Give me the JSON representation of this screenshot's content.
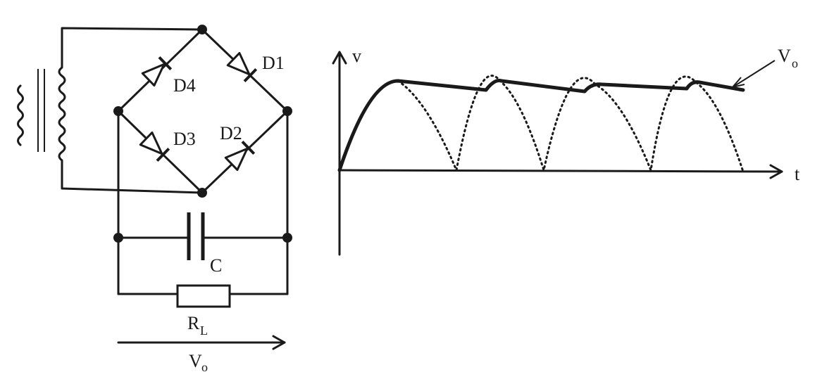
{
  "circuit": {
    "diodes": [
      "D1",
      "D2",
      "D3",
      "D4"
    ],
    "capacitor_label": "C",
    "resistor_label": {
      "main": "R",
      "sub": "L"
    },
    "output_label": {
      "main": "V",
      "sub": "o"
    }
  },
  "waveform": {
    "y_axis_label": "v",
    "x_axis_label": "t",
    "callout_label": {
      "main": "V",
      "sub": "o"
    }
  }
}
